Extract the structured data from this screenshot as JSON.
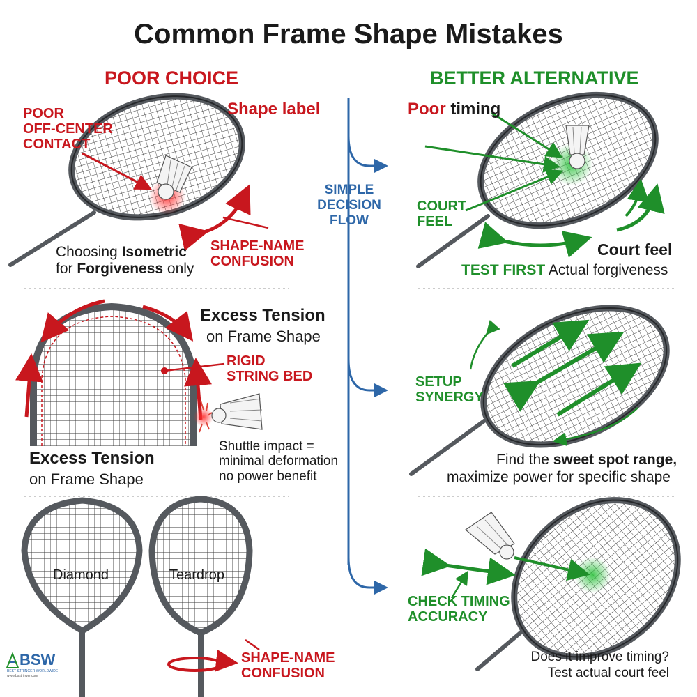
{
  "title": "Common Frame Shape Mistakes",
  "headers": {
    "left": "POOR CHOICE",
    "right": "BETTER ALTERNATIVE"
  },
  "flow_label": [
    "SIMPLE",
    "DECISION",
    "FLOW"
  ],
  "row1": {
    "poor_contact": [
      "POOR",
      "OFF-CENTER",
      "CONTACT"
    ],
    "shape_label": "Shape label",
    "shape_confusion": [
      "SHAPE-NAME",
      "CONFUSION"
    ],
    "caption_line1_a": "Choosing ",
    "caption_line1_b": "Isometric",
    "caption_line2_a": "for ",
    "caption_line2_b": "Forgiveness",
    "caption_line2_c": " only",
    "poor_word": "Poor",
    "timing_word": " timing",
    "court_feel_lbl": [
      "COURT",
      "FEEL"
    ],
    "court_feel_right": "Court feel",
    "test_first": "TEST FIRST",
    "actual_forgiveness": " Actual forgiveness"
  },
  "row2": {
    "excess_top": "Excess Tension",
    "on_frame_top": "on Frame Shape",
    "rigid": [
      "RIGID",
      "STRING BED"
    ],
    "impact": [
      "Shuttle impact =",
      "minimal deformation",
      "no power benefit"
    ],
    "excess_bottom": "Excess Tension",
    "on_frame_bottom": "on Frame Shape",
    "setup_synergy": [
      "SETUP",
      "SYNERGY"
    ],
    "find_a": "Find the ",
    "find_b": "sweet spot range,",
    "maximize": "maximize power for specific shape"
  },
  "row3": {
    "diamond": "Diamond",
    "teardrop": "Teardrop",
    "shape_confusion": [
      "SHAPE-NAME",
      "CONFUSION"
    ],
    "check_timing": [
      "CHECK TIMING",
      "ACCURACY"
    ],
    "improve": [
      "Does it improve timing?",
      "Test actual court feel"
    ]
  },
  "logo": {
    "main": "BSW",
    "sub": "BEST STRINGER WORLDWIDE",
    "url": "www.bsstringer.com"
  },
  "colors": {
    "red": "#c8171e",
    "green": "#1f8f2a",
    "blue": "#2e67a8",
    "frame": "#55595e",
    "frame_dark": "#26282b"
  },
  "icons": [
    "racket-icon",
    "shuttlecock-icon",
    "arrow-icon",
    "impact-burst-icon",
    "logo-icon"
  ]
}
